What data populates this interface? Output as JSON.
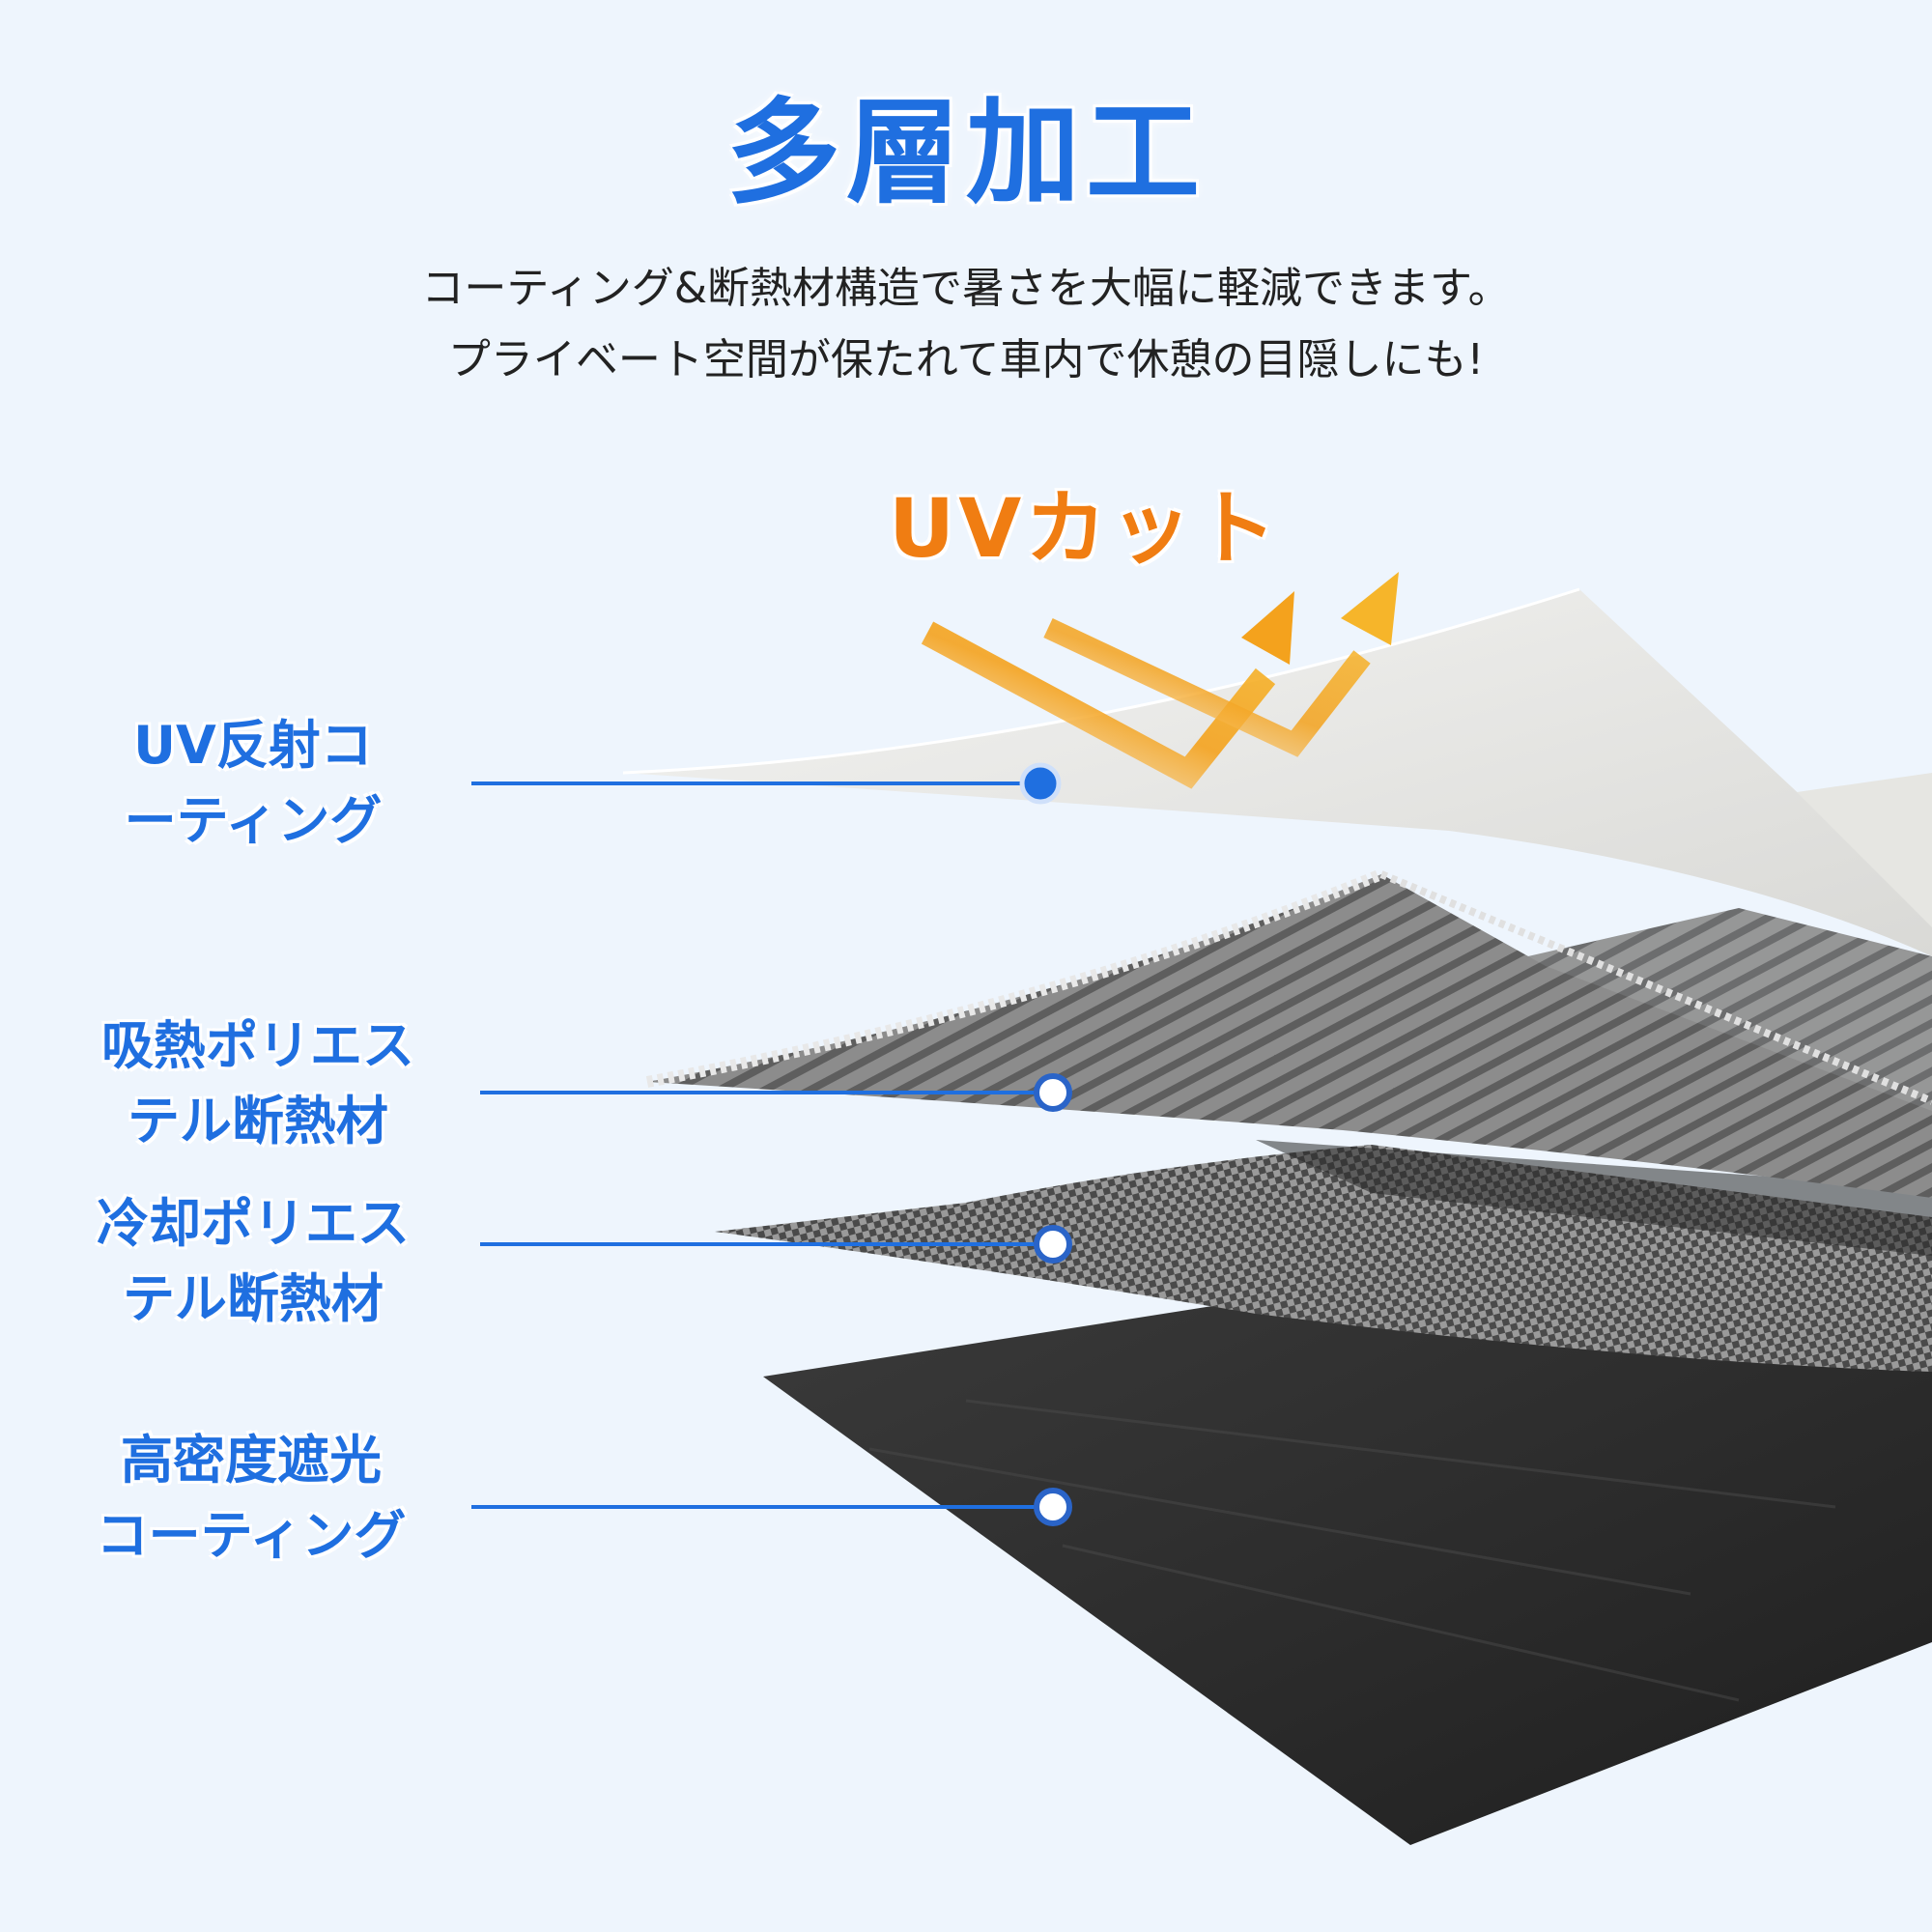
{
  "title": "多層加工",
  "subtitle": {
    "line1": "コーティング&断熱材構造で暑さを大幅に軽減できます。",
    "line2": "プライベート空間が保たれて車内で休憩の目隠しにも!"
  },
  "uv_cut_label": "UVカット",
  "layers": [
    {
      "line1": "UV反射コ",
      "line2": "ーティング"
    },
    {
      "line1": "吸熱ポリエス",
      "line2": "テル断熱材"
    },
    {
      "line1": "冷却ポリエス",
      "line2": "テル断熱材"
    },
    {
      "line1": "高密度遮光",
      "line2": "コーティング"
    }
  ],
  "colors": {
    "background": "#eef5fd",
    "accent_blue": "#1f6fe0",
    "accent_orange": "#f07d12"
  }
}
